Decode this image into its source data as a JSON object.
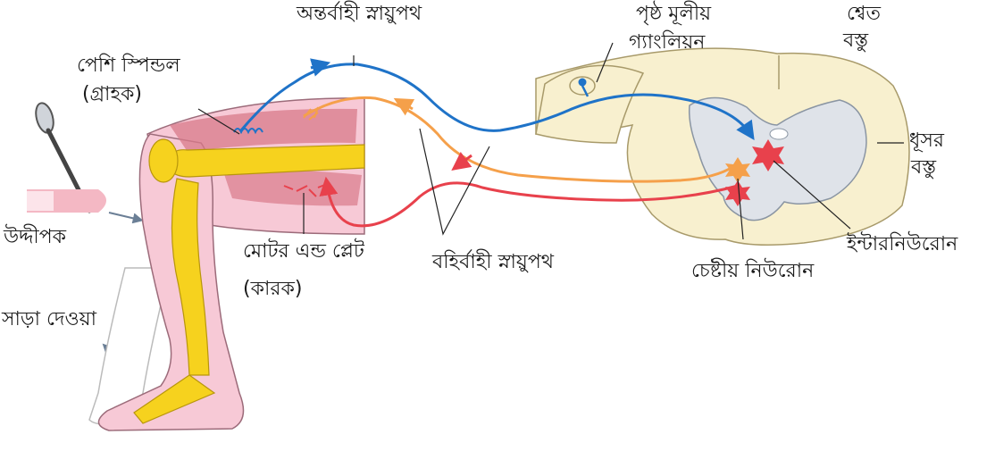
{
  "labels": {
    "afferent_path": "অন্তর্বাহী স্নায়ুপথ",
    "muscle_spindle": "পেশি স্পিন্ডল",
    "receptor": "(গ্রাহক)",
    "dorsal_root_ganglion_1": "পৃষ্ঠ মূলীয়",
    "dorsal_root_ganglion_2": "গ্যাংলিয়ন",
    "white_matter_1": "শ্বেত",
    "white_matter_2": "বস্তু",
    "grey_matter_1": "ধূসর",
    "grey_matter_2": "বস্তু",
    "stimulus": "উদ্দীপক",
    "motor_end_plate": "মোটর এন্ড প্লেট",
    "effector": "(কারক)",
    "efferent_path": "বহির্বাহী স্নায়ুপথ",
    "interneuron": "ইন্টারনিউরোন",
    "motor_neuron": "চেষ্টীয় নিউরোন",
    "response": "সাড়া দেওয়া"
  },
  "colors": {
    "afferent": "#1f73c8",
    "interneuron": "#f5a04a",
    "efferent": "#e8414c",
    "skin": "#f7c9d6",
    "bone": "#f6d21e",
    "white_matter": "#f8f0cf",
    "grey_matter": "#dfe3e9"
  }
}
